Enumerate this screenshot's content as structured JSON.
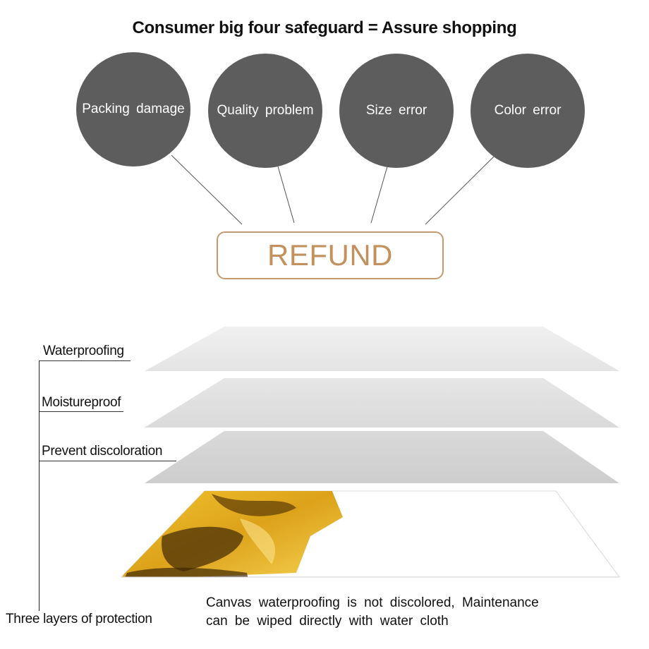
{
  "title": "Consumer big four safeguard = Assure shopping",
  "safeguards": [
    {
      "label": "Packing  damage"
    },
    {
      "label": "Quality  problem"
    },
    {
      "label": "Size  error"
    },
    {
      "label": "Color  error"
    }
  ],
  "refund_label": "REFUND",
  "layers": [
    {
      "label": "Waterproofing"
    },
    {
      "label": "Moistureproof"
    },
    {
      "label": "Prevent  discoloration"
    }
  ],
  "protection_label": "Three layers of protection",
  "caption": {
    "line1": "Canvas waterproofing is not discolored, Maintenance",
    "line2": "can be wiped directly with water cloth"
  },
  "colors": {
    "circle": "#5d5d5d",
    "refund_accent": "#c2915e",
    "layer_top": "#ebebeb",
    "layer_mid": "#e2e2e2",
    "layer_low": "#d3d3d3",
    "gold": "#e2a81c"
  }
}
